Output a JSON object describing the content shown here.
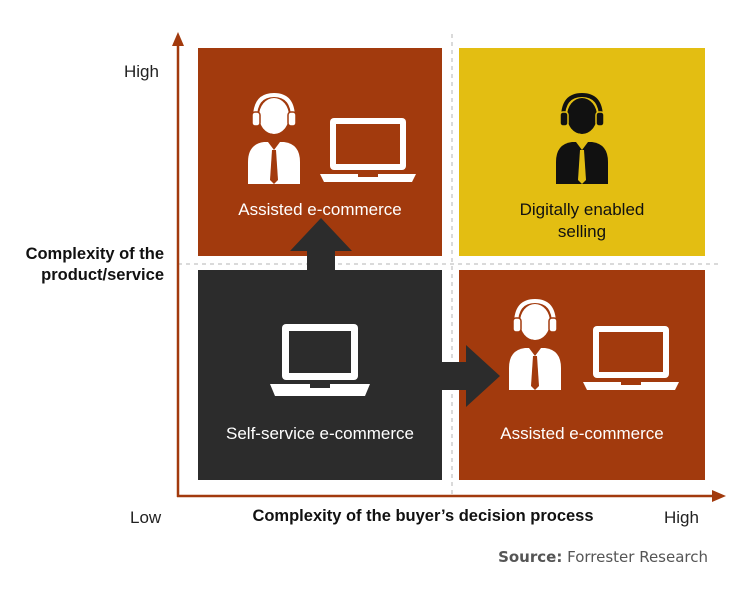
{
  "axis": {
    "y_high": "High",
    "y_title_line1": "Complexity of the",
    "y_title_line2": "product/service",
    "x_low": "Low",
    "x_high": "High",
    "x_title": "Complexity of the buyer’s decision process"
  },
  "quadrants": {
    "top_left": {
      "label": "Assisted e-commerce"
    },
    "top_right": {
      "label_line1": "Digitally enabled",
      "label_line2": "selling"
    },
    "bottom_left": {
      "label": "Self-service e-commerce"
    },
    "bottom_right": {
      "label": "Assisted e-commerce"
    }
  },
  "source": {
    "prefix": "Source:",
    "text": " Forrester Research"
  },
  "colors": {
    "rust": "#a23a0d",
    "yellow": "#e3be12",
    "charcoal": "#2c2c2c",
    "axis": "#a23a0d"
  },
  "icons": [
    "agent-headset-icon",
    "laptop-icon",
    "arrow-up-icon",
    "arrow-right-icon"
  ]
}
